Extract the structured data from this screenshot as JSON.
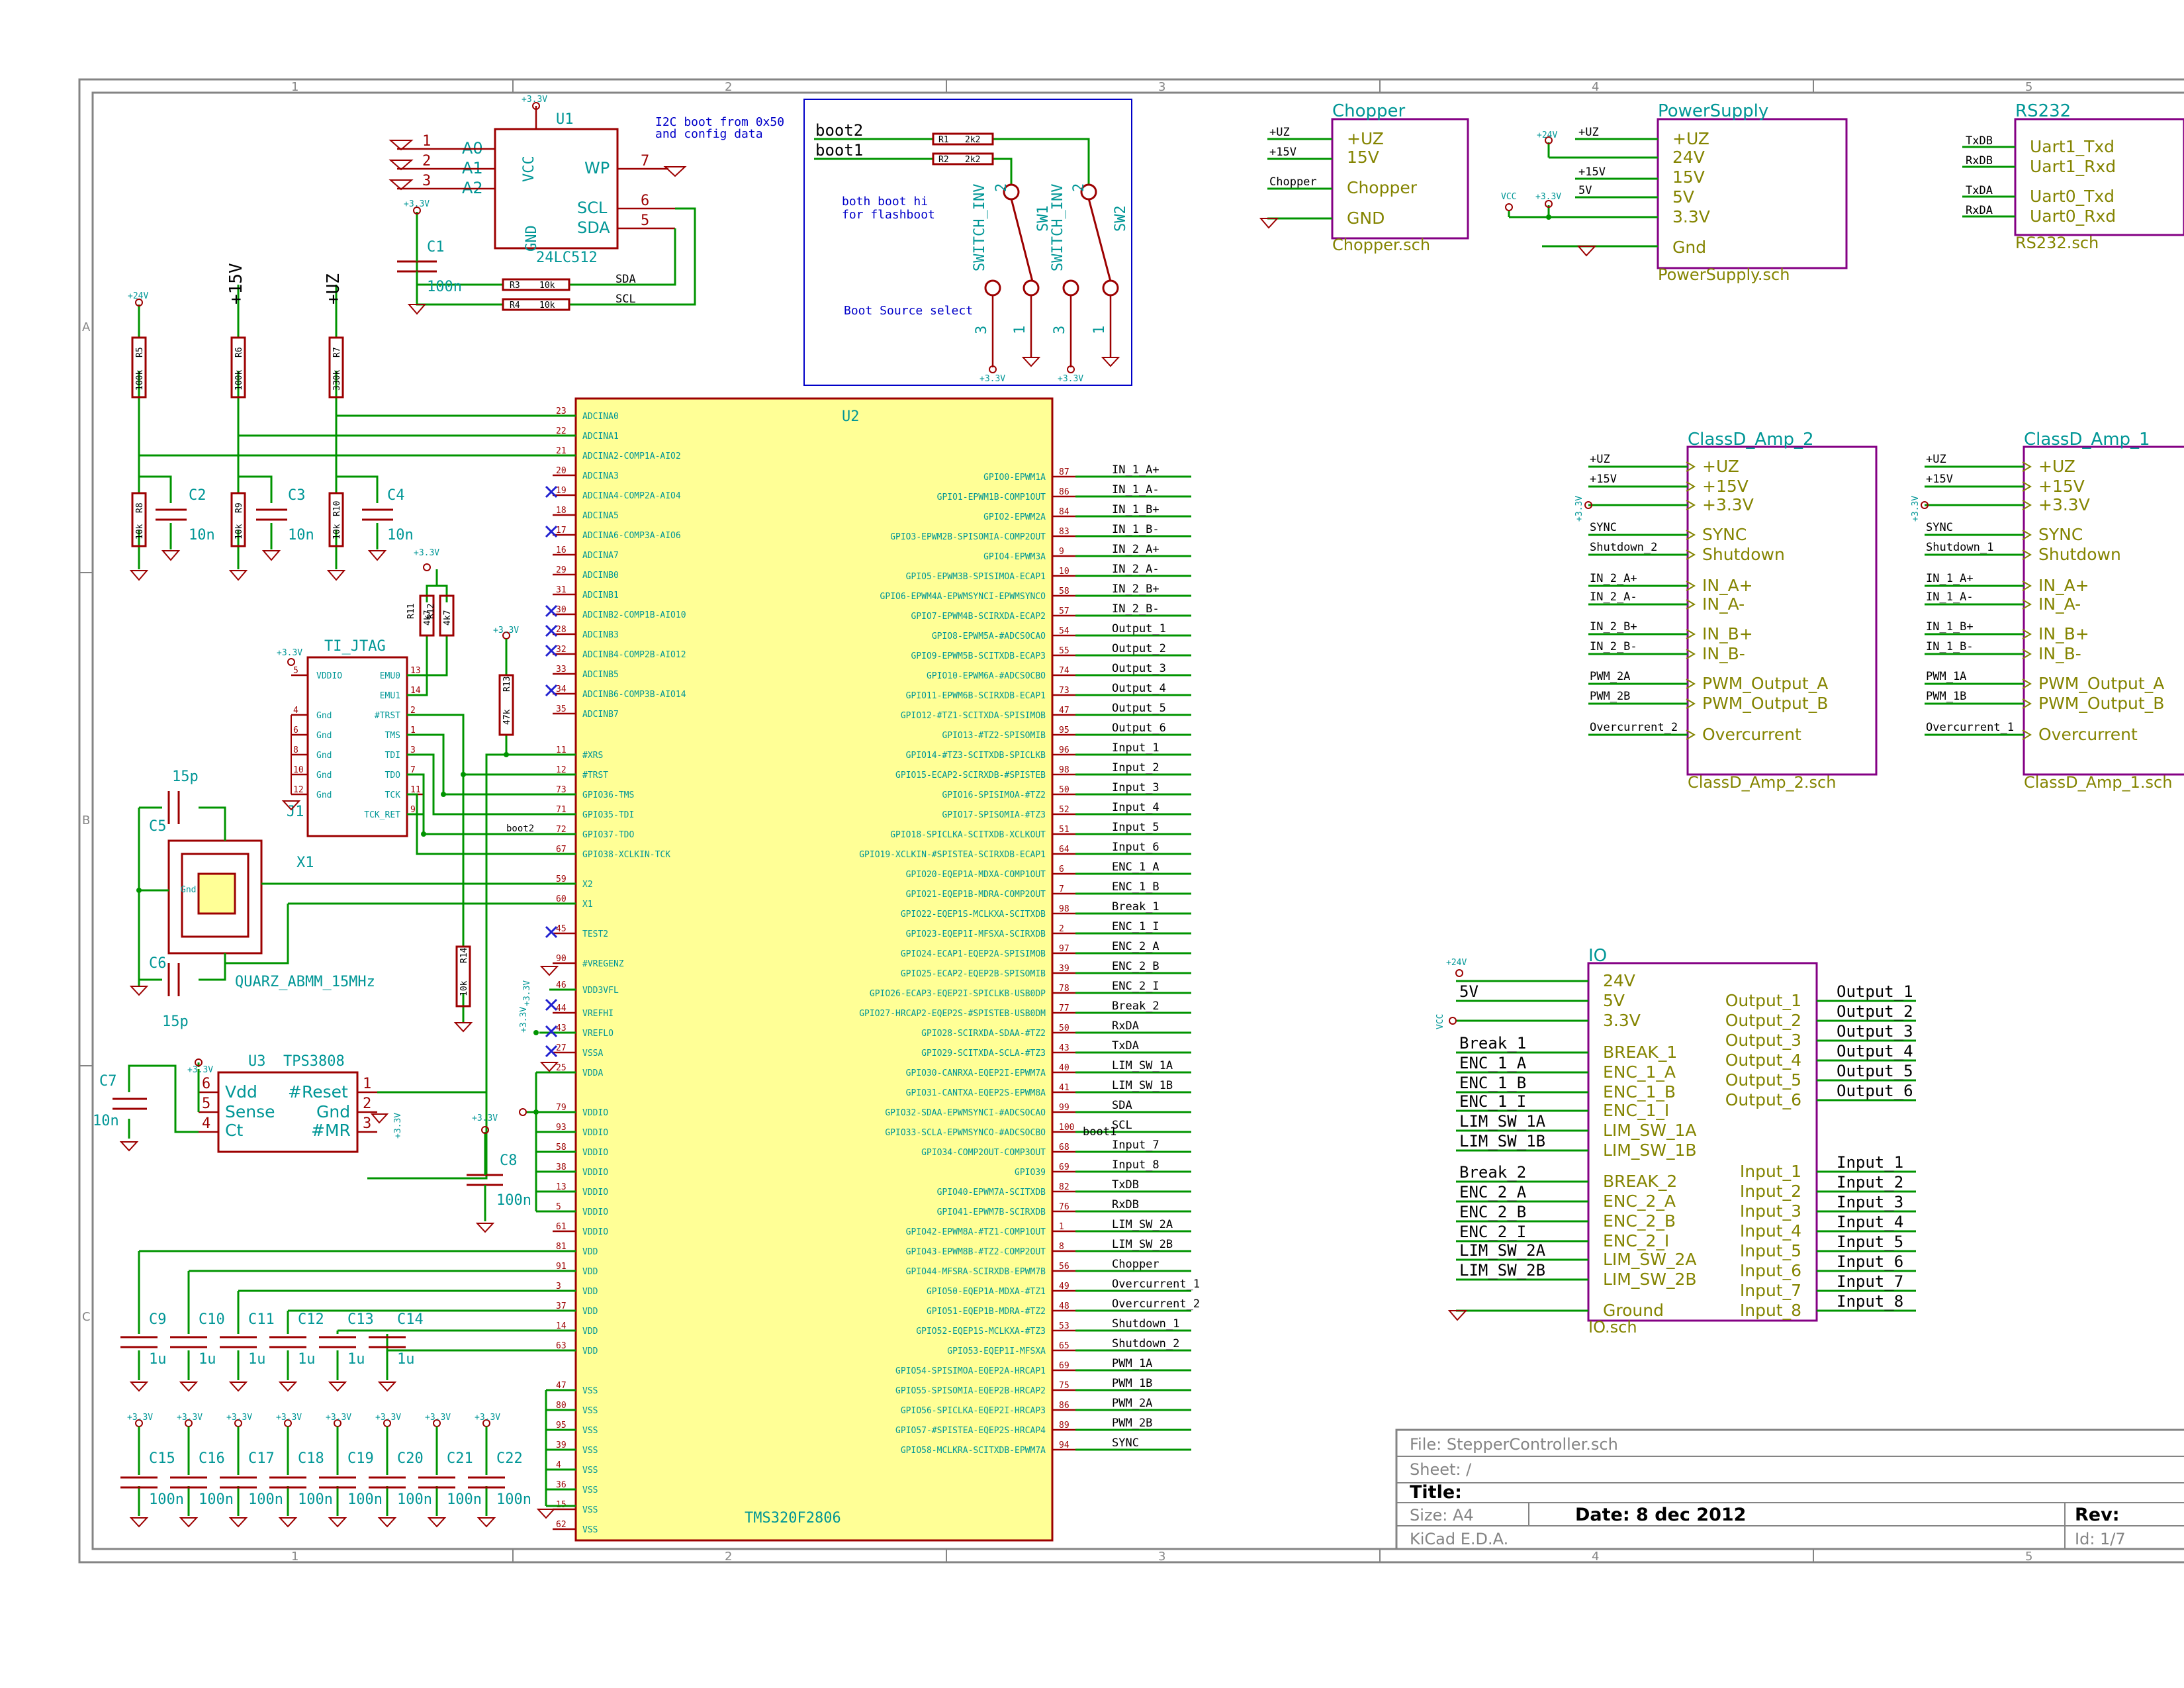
{
  "title_block": {
    "file": "File: StepperController.sch",
    "sheet": "Sheet: /",
    "title": "Title:",
    "size": "Size: A4",
    "date": "Date: 8 dec 2012",
    "rev": "Rev:",
    "tool": "KiCad E.D.A.",
    "id": "Id: 1/7"
  },
  "border": {
    "columns": [
      "1",
      "2",
      "3",
      "4",
      "5"
    ],
    "rows": [
      "A",
      "B",
      "C"
    ]
  },
  "mcu": {
    "ref": "U2",
    "value": "TMS320F2806",
    "left_pins": [
      {
        "num": "23",
        "name": "ADCINA0"
      },
      {
        "num": "22",
        "name": "ADCINA1"
      },
      {
        "num": "21",
        "name": "ADCINA2-COMP1A-AIO2"
      },
      {
        "num": "20",
        "name": "ADCINA3"
      },
      {
        "num": "19",
        "name": "ADCINA4-COMP2A-AIO4"
      },
      {
        "num": "18",
        "name": "ADCINA5"
      },
      {
        "num": "17",
        "name": "ADCINA6-COMP3A-AIO6"
      },
      {
        "num": "16",
        "name": "ADCINA7"
      },
      {
        "num": "29",
        "name": "ADCINB0"
      },
      {
        "num": "31",
        "name": "ADCINB1"
      },
      {
        "num": "30",
        "name": "ADCINB2-COMP1B-AIO10"
      },
      {
        "num": "28",
        "name": "ADCINB3"
      },
      {
        "num": "32",
        "name": "ADCINB4-COMP2B-AIO12"
      },
      {
        "num": "33",
        "name": "ADCINB5"
      },
      {
        "num": "34",
        "name": "ADCINB6-COMP3B-AIO14"
      },
      {
        "num": "35",
        "name": "ADCINB7"
      },
      {
        "num": "11",
        "name": "#XRS"
      },
      {
        "num": "12",
        "name": "#TRST"
      },
      {
        "num": "73",
        "name": "GPIO36-TMS"
      },
      {
        "num": "71",
        "name": "GPIO35-TDI"
      },
      {
        "num": "72",
        "name": "GPIO37-TDO"
      },
      {
        "num": "67",
        "name": "GPIO38-XCLKIN-TCK"
      },
      {
        "num": "59",
        "name": "X2"
      },
      {
        "num": "60",
        "name": "X1"
      },
      {
        "num": "45",
        "name": "TEST2"
      },
      {
        "num": "90",
        "name": "#VREGENZ"
      },
      {
        "num": "46",
        "name": "VDD3VFL"
      },
      {
        "num": "44",
        "name": "VREFHI"
      },
      {
        "num": "43",
        "name": "VREFLO"
      },
      {
        "num": "27",
        "name": "VSSA"
      },
      {
        "num": "25",
        "name": "VDDA"
      },
      {
        "num": "79",
        "name": "VDDIO"
      },
      {
        "num": "93",
        "name": "VDDIO"
      },
      {
        "num": "58",
        "name": "VDDIO"
      },
      {
        "num": "38",
        "name": "VDDIO"
      },
      {
        "num": "13",
        "name": "VDDIO"
      },
      {
        "num": "5",
        "name": "VDDIO"
      },
      {
        "num": "61",
        "name": "VDDIO"
      },
      {
        "num": "81",
        "name": "VDD"
      },
      {
        "num": "91",
        "name": "VDD"
      },
      {
        "num": "3",
        "name": "VDD"
      },
      {
        "num": "37",
        "name": "VDD"
      },
      {
        "num": "14",
        "name": "VDD"
      },
      {
        "num": "63",
        "name": "VDD"
      },
      {
        "num": "47",
        "name": "VSS"
      },
      {
        "num": "80",
        "name": "VSS"
      },
      {
        "num": "95",
        "name": "VSS"
      },
      {
        "num": "39",
        "name": "VSS"
      },
      {
        "num": "4",
        "name": "VSS"
      },
      {
        "num": "36",
        "name": "VSS"
      },
      {
        "num": "15",
        "name": "VSS"
      },
      {
        "num": "62",
        "name": "VSS"
      }
    ],
    "right_pins": [
      {
        "num": "87",
        "name": "GPIO0-EPWM1A",
        "net": "IN_1_A+"
      },
      {
        "num": "86",
        "name": "GPIO1-EPWM1B-COMP1OUT",
        "net": "IN_1_A-"
      },
      {
        "num": "84",
        "name": "GPIO2-EPWM2A",
        "net": "IN_1_B+"
      },
      {
        "num": "83",
        "name": "GPIO3-EPWM2B-SPISOMIA-COMP2OUT",
        "net": "IN_1_B-"
      },
      {
        "num": "9",
        "name": "GPIO4-EPWM3A",
        "net": "IN_2_A+"
      },
      {
        "num": "10",
        "name": "GPIO5-EPWM3B-SPISIMOA-ECAP1",
        "net": "IN_2_A-"
      },
      {
        "num": "58",
        "name": "GPIO6-EPWM4A-EPWMSYNCI-EPWMSYNCO",
        "net": "IN_2_B+"
      },
      {
        "num": "57",
        "name": "GPIO7-EPWM4B-SCIRXDA-ECAP2",
        "net": "IN_2_B-"
      },
      {
        "num": "54",
        "name": "GPIO8-EPWM5A-#ADCSOCAO",
        "net": "Output_1"
      },
      {
        "num": "55",
        "name": "GPIO9-EPWM5B-SCITXDB-ECAP3",
        "net": "Output_2"
      },
      {
        "num": "74",
        "name": "GPIO10-EPWM6A-#ADCSOCBO",
        "net": "Output_3"
      },
      {
        "num": "73",
        "name": "GPIO11-EPWM6B-SCIRXDB-ECAP1",
        "net": "Output_4"
      },
      {
        "num": "47",
        "name": "GPIO12-#TZ1-SCITXDA-SPISIMOB",
        "net": "Output_5"
      },
      {
        "num": "95",
        "name": "GPIO13-#TZ2-SPISOMIB",
        "net": "Output_6"
      },
      {
        "num": "96",
        "name": "GPIO14-#TZ3-SCITXDB-SPICLKB",
        "net": "Input_1"
      },
      {
        "num": "98",
        "name": "GPIO15-ECAP2-SCIRXDB-#SPISTEB",
        "net": "Input_2"
      },
      {
        "num": "50",
        "name": "GPIO16-SPISIMOA-#TZ2",
        "net": "Input_3"
      },
      {
        "num": "52",
        "name": "GPIO17-SPISOMIA-#TZ3",
        "net": "Input_4"
      },
      {
        "num": "51",
        "name": "GPIO18-SPICLKA-SCITXDB-XCLKOUT",
        "net": "Input_5"
      },
      {
        "num": "64",
        "name": "GPIO19-XCLKIN-#SPISTEA-SCIRXDB-ECAP1",
        "net": "Input_6"
      },
      {
        "num": "6",
        "name": "GPIO20-EQEP1A-MDXA-COMP1OUT",
        "net": "ENC_1_A"
      },
      {
        "num": "7",
        "name": "GPIO21-EQEP1B-MDRA-COMP2OUT",
        "net": "ENC_1_B"
      },
      {
        "num": "98",
        "name": "GPIO22-EQEP1S-MCLKXA-SCITXDB",
        "net": "Break_1"
      },
      {
        "num": "2",
        "name": "GPIO23-EQEP1I-MFSXA-SCIRXDB",
        "net": "ENC_1_I"
      },
      {
        "num": "97",
        "name": "GPIO24-ECAP1-EQEP2A-SPISIMOB",
        "net": "ENC_2_A"
      },
      {
        "num": "39",
        "name": "GPIO25-ECAP2-EQEP2B-SPISOMIB",
        "net": "ENC_2_B"
      },
      {
        "num": "78",
        "name": "GPIO26-ECAP3-EQEP2I-SPICLKB-USB0DP",
        "net": "ENC_2_I"
      },
      {
        "num": "77",
        "name": "GPIO27-HRCAP2-EQEP2S-#SPISTEB-USB0DM",
        "net": "Break_2"
      },
      {
        "num": "50",
        "name": "GPIO28-SCIRXDA-SDAA-#TZ2",
        "net": "RxDA"
      },
      {
        "num": "43",
        "name": "GPIO29-SCITXDA-SCLA-#TZ3",
        "net": "TxDA"
      },
      {
        "num": "40",
        "name": "GPIO30-CANRXA-EQEP2I-EPWM7A",
        "net": "LIM_SW_1A"
      },
      {
        "num": "41",
        "name": "GPIO31-CANTXA-EQEP2S-EPWM8A",
        "net": "LIM_SW_1B"
      },
      {
        "num": "99",
        "name": "GPIO32-SDAA-EPWMSYNCI-#ADCSOCAO",
        "net": "SDA"
      },
      {
        "num": "100",
        "name": "GPIO33-SCLA-EPWMSYNCO-#ADCSOCBO",
        "net": "SCL"
      },
      {
        "num": "68",
        "name": "GPIO34-COMP2OUT-COMP3OUT",
        "net": "Input_7"
      },
      {
        "num": "69",
        "name": "GPIO39",
        "net": "Input_8"
      },
      {
        "num": "82",
        "name": "GPIO40-EPWM7A-SCITXDB",
        "net": "TxDB"
      },
      {
        "num": "76",
        "name": "GPIO41-EPWM7B-SCIRXDB",
        "net": "RxDB"
      },
      {
        "num": "1",
        "name": "GPIO42-EPWM8A-#TZ1-COMP1OUT",
        "net": "LIM_SW_2A"
      },
      {
        "num": "8",
        "name": "GPIO43-EPWM8B-#TZ2-COMP2OUT",
        "net": "LIM_SW_2B"
      },
      {
        "num": "56",
        "name": "GPIO44-MFSRA-SCIRXDB-EPWM7B",
        "net": "Chopper"
      },
      {
        "num": "49",
        "name": "GPIO50-EQEP1A-MDXA-#TZ1",
        "net": "Overcurrent_1"
      },
      {
        "num": "48",
        "name": "GPIO51-EQEP1B-MDRA-#TZ2",
        "net": "Overcurrent_2"
      },
      {
        "num": "53",
        "name": "GPIO52-EQEP1S-MCLKXA-#TZ3",
        "net": "Shutdown_1"
      },
      {
        "num": "65",
        "name": "GPIO53-EQEP1I-MFSXA",
        "net": "Shutdown_2"
      },
      {
        "num": "69",
        "name": "GPIO54-SPISIMOA-EQEP2A-HRCAP1",
        "net": "PWM_1A"
      },
      {
        "num": "75",
        "name": "GPIO55-SPISOMIA-EQEP2B-HRCAP2",
        "net": "PWM_1B"
      },
      {
        "num": "86",
        "name": "GPIO56-SPICLKA-EQEP2I-HRCAP3",
        "net": "PWM_2A"
      },
      {
        "num": "89",
        "name": "GPIO57-#SPISTEA-EQEP2S-HRCAP4",
        "net": "PWM_2B"
      },
      {
        "num": "94",
        "name": "GPIO58-MCLKRA-SCITXDB-EPWM7A",
        "net": "SYNC"
      }
    ]
  },
  "eeprom": {
    "ref": "U1",
    "value": "24LC512",
    "pins": {
      "vcc": "VCC",
      "gnd": "GND",
      "a0": "A0",
      "a1": "A1",
      "a2": "A2",
      "wp": "WP",
      "scl": "SCL",
      "sda": "SDA"
    },
    "pin_nums": {
      "a0": "1",
      "a1": "2",
      "a2": "3",
      "wp": "7",
      "scl": "6",
      "sda": "5"
    },
    "note": [
      "I2C boot from 0x50",
      "and config data"
    ],
    "net_sda": "SDA",
    "net_scl": "SCL",
    "r3": "R3",
    "r4": "R4",
    "r_val": "10k",
    "c1": "C1",
    "c1_val": "100n"
  },
  "boot": {
    "net_boot2": "boot2",
    "net_boot1": "boot1",
    "r1": "R1",
    "r2": "R2",
    "r_val": "2k2",
    "note1": [
      "both boot hi",
      "for flashboot"
    ],
    "note2": "Boot Source select",
    "sw1": "SW1",
    "sw2": "SW2",
    "sw_val": "SWITCH_INV",
    "pin2": "2",
    "pin1": "1",
    "pin3": "3"
  },
  "dividers": [
    {
      "rail": "+24V",
      "rtop": "R5",
      "rtop_val": "100k",
      "rbot": "R8",
      "rbot_val": "10k",
      "cap": "C2",
      "cap_val": "10n"
    },
    {
      "rail": "+15V",
      "rtop": "R6",
      "rtop_val": "100k",
      "rbot": "R9",
      "rbot_val": "10k",
      "cap": "C3",
      "cap_val": "10n"
    },
    {
      "rail": "+UZ",
      "rtop": "R7",
      "rtop_val": "330k",
      "rbot": "R10",
      "rbot_val": "10k",
      "cap": "C4",
      "cap_val": "10n"
    }
  ],
  "jtag": {
    "ref": "J1",
    "value": "TI_JTAG",
    "left_pins": [
      {
        "num": "5",
        "name": "VDDIO"
      },
      {
        "num": "4",
        "name": "Gnd"
      },
      {
        "num": "6",
        "name": "Gnd"
      },
      {
        "num": "8",
        "name": "Gnd"
      },
      {
        "num": "10",
        "name": "Gnd"
      },
      {
        "num": "12",
        "name": "Gnd"
      }
    ],
    "right_pins": [
      {
        "num": "13",
        "name": "EMU0"
      },
      {
        "num": "14",
        "name": "EMU1"
      },
      {
        "num": "2",
        "name": "#TRST"
      },
      {
        "num": "1",
        "name": "TMS"
      },
      {
        "num": "3",
        "name": "TDI"
      },
      {
        "num": "7",
        "name": "TDO"
      },
      {
        "num": "11",
        "name": "TCK"
      },
      {
        "num": "9",
        "name": "TCK_RET"
      }
    ],
    "r11": "R11",
    "r12": "R12",
    "r_val": "4k7",
    "r13": "R13",
    "r13_val": "47k",
    "r14": "R14",
    "r14_val": "10k",
    "net_boot2": "boot2"
  },
  "crystal": {
    "ref": "X1",
    "value": "QUARZ_ABMM_15MHz",
    "c5": "C5",
    "c6": "C6",
    "c_val": "15p",
    "gnd": "Gnd"
  },
  "supervisor": {
    "ref": "U3",
    "value": "TPS3808",
    "pins": {
      "vdd": "Vdd",
      "sense": "Sense",
      "ct": "Ct",
      "reset": "#Reset",
      "gnd": "Gnd",
      "mr": "#MR"
    },
    "pin_nums": {
      "vdd": "6",
      "sense": "5",
      "ct": "4",
      "reset": "1",
      "gnd": "2",
      "mr": "3"
    },
    "c7": "C7",
    "c7_val": "10n",
    "c8": "C8",
    "c8_val": "100n"
  },
  "decoupling_vdd": [
    {
      "ref": "C9",
      "val": "1u"
    },
    {
      "ref": "C10",
      "val": "1u"
    },
    {
      "ref": "C11",
      "val": "1u"
    },
    {
      "ref": "C12",
      "val": "1u"
    },
    {
      "ref": "C13",
      "val": "1u"
    },
    {
      "ref": "C14",
      "val": "1u"
    }
  ],
  "decoupling_vddio": [
    {
      "ref": "C15",
      "val": "100n"
    },
    {
      "ref": "C16",
      "val": "100n"
    },
    {
      "ref": "C17",
      "val": "100n"
    },
    {
      "ref": "C18",
      "val": "100n"
    },
    {
      "ref": "C19",
      "val": "100n"
    },
    {
      "ref": "C20",
      "val": "100n"
    },
    {
      "ref": "C21",
      "val": "100n"
    },
    {
      "ref": "C22",
      "val": "100n"
    }
  ],
  "power_labels": {
    "p33": "+3.3V",
    "p24": "+24V",
    "vcc": "VCC",
    "p15": "+15V",
    "puz": "+UZ"
  },
  "sheets": {
    "chopper": {
      "name": "Chopper",
      "file": "Chopper.sch",
      "pins": [
        "+UZ",
        "15V",
        "Chopper",
        "GND"
      ],
      "nets": [
        "+UZ",
        "+15V",
        "Chopper"
      ]
    },
    "power": {
      "name": "PowerSupply",
      "file": "PowerSupply.sch",
      "pins": [
        "+UZ",
        "24V",
        "15V",
        "5V",
        "3.3V",
        "Gnd"
      ],
      "nets": [
        "+UZ",
        "+15V",
        "5V"
      ]
    },
    "rs232": {
      "name": "RS232",
      "file": "RS232.sch",
      "pins": [
        "Uart1_Txd",
        "Uart1_Rxd",
        "Uart0_Txd",
        "Uart0_Rxd"
      ],
      "nets": [
        "TxDB",
        "RxDB",
        "TxDA",
        "RxDA"
      ]
    },
    "amp2": {
      "name": "ClassD_Amp_2",
      "file": "ClassD_Amp_2.sch",
      "pins": [
        "+UZ",
        "+15V",
        "+3.3V",
        "SYNC",
        "Shutdown",
        "IN_A+",
        "IN_A-",
        "IN_B+",
        "IN_B-",
        "PWM_Output_A",
        "PWM_Output_B",
        "Overcurrent"
      ],
      "nets": [
        "+UZ",
        "+15V",
        "SYNC",
        "Shutdown_2",
        "IN_2_A+",
        "IN_2_A-",
        "IN_2_B+",
        "IN_2_B-",
        "PWM_2A",
        "PWM_2B",
        "Overcurrent_2"
      ]
    },
    "amp1": {
      "name": "ClassD_Amp_1",
      "file": "ClassD_Amp_1.sch",
      "pins": [
        "+UZ",
        "+15V",
        "+3.3V",
        "SYNC",
        "Shutdown",
        "IN_A+",
        "IN_A-",
        "IN_B+",
        "IN_B-",
        "PWM_Output_A",
        "PWM_Output_B",
        "Overcurrent"
      ],
      "nets": [
        "+UZ",
        "+15V",
        "SYNC",
        "Shutdown_1",
        "IN_1_A+",
        "IN_1_A-",
        "IN_1_B+",
        "IN_1_B-",
        "PWM_1A",
        "PWM_1B",
        "Overcurrent_1"
      ]
    },
    "io": {
      "name": "IO",
      "file": "IO.sch",
      "left_pins": [
        "24V",
        "5V",
        "3.3V",
        "BREAK_1",
        "ENC_1_A",
        "ENC_1_B",
        "ENC_1_I",
        "LIM_SW_1A",
        "LIM_SW_1B",
        "BREAK_2",
        "ENC_2_A",
        "ENC_2_B",
        "ENC_2_I",
        "LIM_SW_2A",
        "LIM_SW_2B",
        "Ground"
      ],
      "left_nets": [
        "5V",
        "Break_1",
        "ENC_1_A",
        "ENC_1_B",
        "ENC_1_I",
        "LIM_SW_1A",
        "LIM_SW_1B",
        "Break_2",
        "ENC_2_A",
        "ENC_2_B",
        "ENC_2_I",
        "LIM_SW_2A",
        "LIM_SW_2B"
      ],
      "outputs": [
        "Output_1",
        "Output_2",
        "Output_3",
        "Output_4",
        "Output_5",
        "Output_6"
      ],
      "inputs": [
        "Input_1",
        "Input_2",
        "Input_3",
        "Input_4",
        "Input_5",
        "Input_6",
        "Input_7",
        "Input_8"
      ]
    }
  }
}
